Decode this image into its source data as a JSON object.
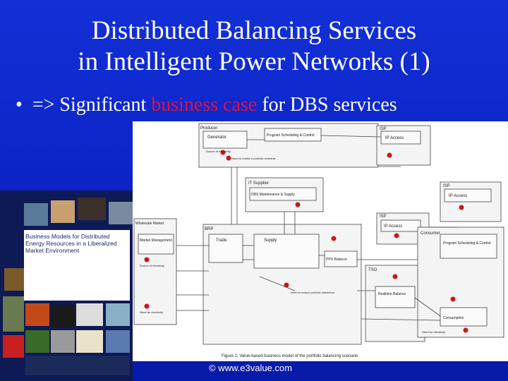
{
  "slide": {
    "title_line1": "Distributed Balancing Services",
    "title_line2": "in Intelligent Power Networks (1)",
    "bullet_mark": "•",
    "bullet_prefix": "=> Significant ",
    "bullet_highlight": "business case",
    "bullet_suffix": " for DBS services",
    "credit": "© www.e3value.com",
    "highlight_color": "#d8124a",
    "background_color": "#0b22c4"
  },
  "book": {
    "title": "Business Models for Distributed Energy Resources in a Liberalized Market Environment"
  },
  "diagram": {
    "caption": "Figure 2: Value-based business model of the portfolio balancing scenario",
    "actors": {
      "producer": "Producer",
      "generator": "Generator",
      "program": "Program Scheduling & Control",
      "ip1": "ISP",
      "ip_access1": "IP Access",
      "it_supplier": "IT Supplier",
      "dbs": "DBS Maintenance & Supply",
      "isp2": "ISP",
      "ip_access2": "IP Access",
      "isp3": "ISP",
      "ip_access3": "IP Access",
      "wholesale": "Wholesale Market",
      "market_mgmt": "Market Management",
      "brp": "BRP",
      "trade": "Trade",
      "supply": "Supply",
      "ppu": "PPU Balance",
      "tso": "TSO",
      "realtime": "Realtime Balance",
      "consumer": "Consumer",
      "program2": "Program Scheduling & Control",
      "consumption": "Consumption"
    },
    "notes": {
      "source1": "Source of electricity",
      "need1": "Need to realise a portfolio schedule",
      "source2": "Source of electricity",
      "need2": "Need for electricity",
      "need3": "Need to reduce portfolio imbalance",
      "need4": "Need for electricity"
    }
  }
}
